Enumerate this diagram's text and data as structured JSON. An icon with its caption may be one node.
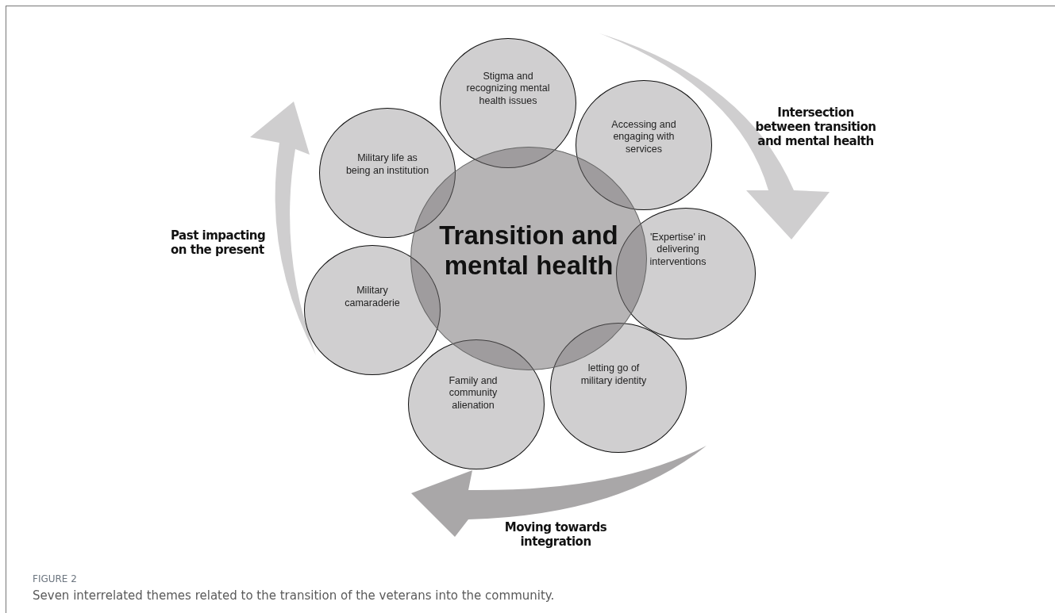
{
  "diagram": {
    "caption": "Seven interrelated themes related to the transition of the veterans into the community.",
    "nodes": [
      {
        "text": [
          "Transition and mental health"
        ]
      },
      {
        "text": [
          "Stigma and recognizing mental health issues"
        ]
      },
      {
        "text": [
          "Accessing and engaging with services"
        ]
      },
      {
        "text": [
          "'Expertise' in delivering interventions"
        ]
      },
      {
        "text": [
          "letting go of military identity"
        ]
      },
      {
        "text": [
          "Family and community alienation"
        ]
      },
      {
        "text": [
          "Military camaraderie"
        ]
      },
      {
        "text": [
          "Military life as being an institution"
        ]
      }
    ],
    "labels": [
      "Intersection between transition and mental health",
      "Past impacting on the present",
      "Moving towards integration",
      "FIGURE 2"
    ]
  }
}
